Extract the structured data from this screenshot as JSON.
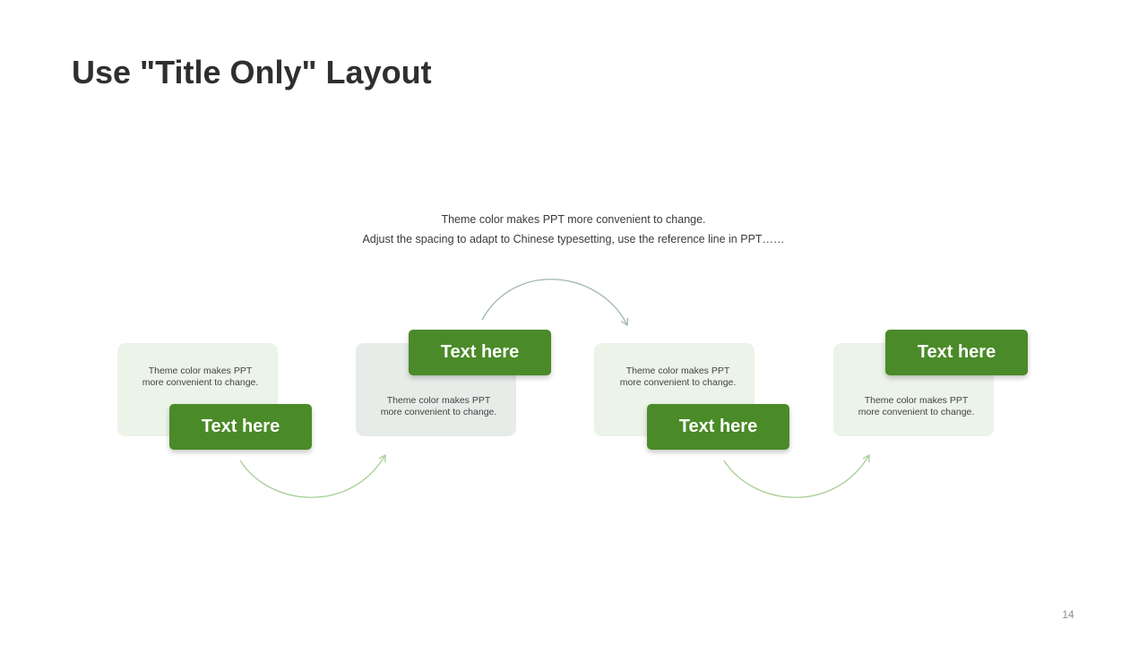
{
  "slide": {
    "title": "Use \"Title Only\" Layout",
    "page_number": "14"
  },
  "intro": {
    "line1": "Theme color makes PPT more convenient to change.",
    "line2": "Adjust the spacing to adapt to Chinese typesetting, use the reference line in PPT……"
  },
  "steps": [
    {
      "label": "Text here",
      "desc_line1": "Theme  color makes PPT",
      "desc_line2": "more convenient  to change."
    },
    {
      "label": "Text here",
      "desc_line1": "Theme  color makes PPT",
      "desc_line2": "more convenient  to change."
    },
    {
      "label": "Text here",
      "desc_line1": "Theme  color makes PPT",
      "desc_line2": "more convenient  to change."
    },
    {
      "label": "Text here",
      "desc_line1": "Theme  color makes PPT",
      "desc_line2": "more convenient  to change."
    }
  ],
  "colors": {
    "accent": "#4b8a28",
    "panel_light_green": "#ecf3e8",
    "panel_grey_green": "#e7ece8",
    "connector_light_green": "#a8cf97",
    "connector_grey_green": "#9fb8ac"
  }
}
